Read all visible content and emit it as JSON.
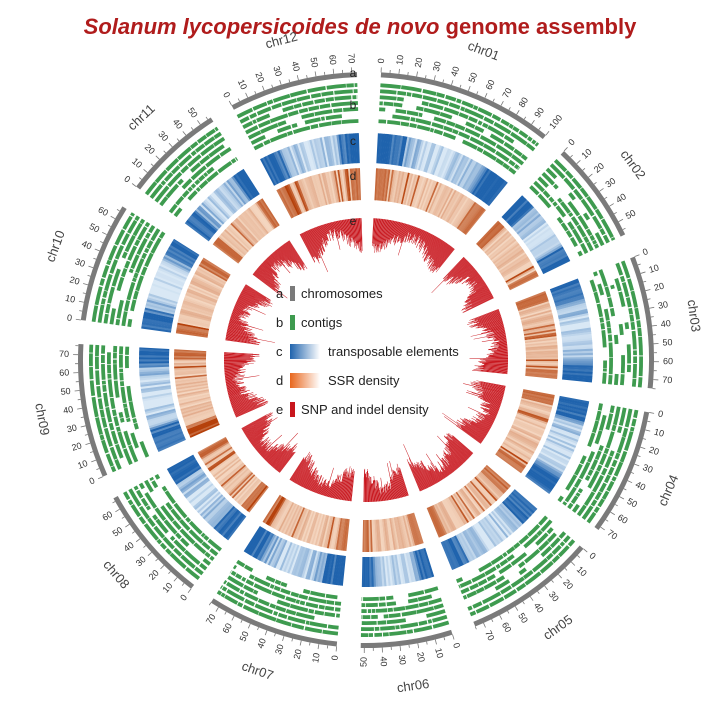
{
  "title": {
    "italic_part": "Solanum lycopersicoides de novo",
    "rest_part": " genome assembly"
  },
  "colors": {
    "title": "#b01c1c",
    "chromosome": "#7a7a7a",
    "contig": "#3e9b4f",
    "te_dark": "#1f63ad",
    "te_light": "#d9e8f5",
    "ssr_dark": "#b5400a",
    "ssr_light": "#fdebd9",
    "snp": "#c8161d"
  },
  "track_letters": [
    "a",
    "b",
    "c",
    "d",
    "e"
  ],
  "chromosomes": [
    {
      "name": "chr01",
      "length": 100,
      "ticks": [
        0,
        10,
        20,
        30,
        40,
        50,
        60,
        70,
        80,
        90,
        100
      ]
    },
    {
      "name": "chr02",
      "length": 58,
      "ticks": [
        0,
        10,
        20,
        30,
        40,
        50
      ]
    },
    {
      "name": "chr03",
      "length": 75,
      "ticks": [
        0,
        10,
        20,
        30,
        40,
        50,
        60,
        70
      ]
    },
    {
      "name": "chr04",
      "length": 72,
      "ticks": [
        0,
        10,
        20,
        30,
        40,
        50,
        60,
        70
      ]
    },
    {
      "name": "chr05",
      "length": 75,
      "ticks": [
        0,
        10,
        20,
        30,
        40,
        50,
        60,
        70
      ]
    },
    {
      "name": "chr06",
      "length": 52,
      "ticks": [
        0,
        10,
        20,
        30,
        40,
        50
      ]
    },
    {
      "name": "chr07",
      "length": 75,
      "ticks": [
        0,
        10,
        20,
        30,
        40,
        50,
        60,
        70
      ]
    },
    {
      "name": "chr08",
      "length": 67,
      "ticks": [
        0,
        10,
        20,
        30,
        40,
        50,
        60
      ]
    },
    {
      "name": "chr09",
      "length": 76,
      "ticks": [
        0,
        10,
        20,
        30,
        40,
        50,
        60,
        70
      ]
    },
    {
      "name": "chr10",
      "length": 68,
      "ticks": [
        0,
        10,
        20,
        30,
        40,
        50,
        60
      ]
    },
    {
      "name": "chr11",
      "length": 57,
      "ticks": [
        0,
        10,
        20,
        30,
        40,
        50
      ]
    },
    {
      "name": "chr12",
      "length": 73,
      "ticks": [
        0,
        10,
        20,
        30,
        40,
        50,
        60,
        70
      ]
    }
  ],
  "legend": [
    {
      "letter": "a",
      "label": "chromosomes",
      "swatch": "bar",
      "color": "#7a7a7a"
    },
    {
      "letter": "b",
      "label": "contigs",
      "swatch": "bar",
      "color": "#3e9b4f"
    },
    {
      "letter": "c",
      "label": "transposable elements",
      "swatch": "gradient",
      "from": "#1f63ad",
      "to": "#ffffff"
    },
    {
      "letter": "d",
      "label": "SSR density",
      "swatch": "gradient",
      "from": "#e8661c",
      "to": "#ffffff"
    },
    {
      "letter": "e",
      "label": "SNP and indel density",
      "swatch": "bar",
      "color": "#c8161d"
    }
  ]
}
